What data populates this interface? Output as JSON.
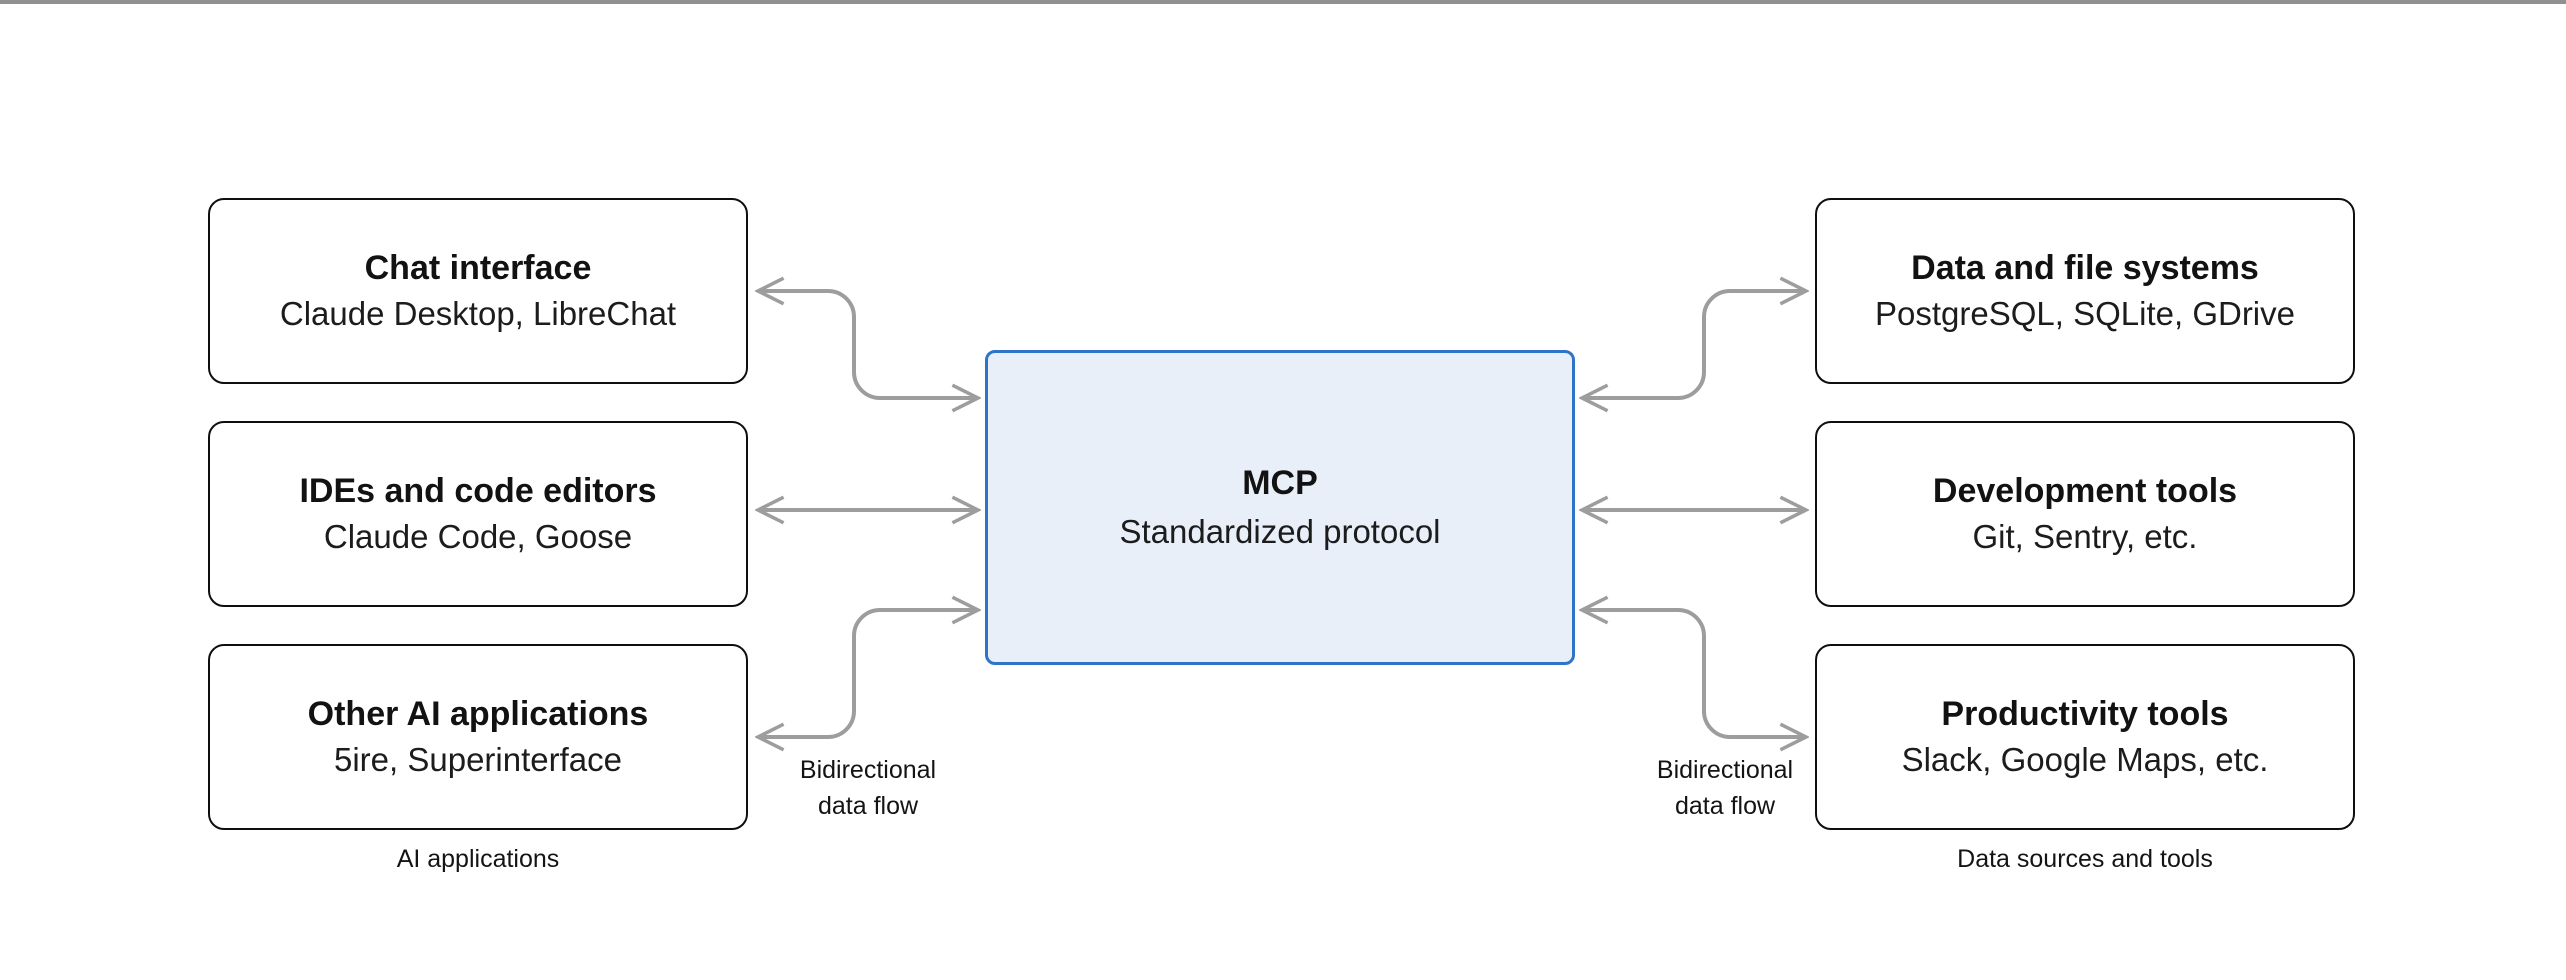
{
  "diagram": {
    "center_box": {
      "title": "MCP",
      "subtitle": "Standardized protocol"
    },
    "left_boxes": [
      {
        "title": "Chat interface",
        "subtitle": "Claude Desktop, LibreChat"
      },
      {
        "title": "IDEs and code editors",
        "subtitle": "Claude Code, Goose"
      },
      {
        "title": "Other AI applications",
        "subtitle": "5ire, Superinterface"
      }
    ],
    "right_boxes": [
      {
        "title": "Data and file systems",
        "subtitle": "PostgreSQL, SQLite, GDrive"
      },
      {
        "title": "Development tools",
        "subtitle": "Git, Sentry, etc."
      },
      {
        "title": "Productivity tools",
        "subtitle": "Slack, Google Maps, etc."
      }
    ],
    "flow_labels": {
      "left": {
        "line1": "Bidirectional",
        "line2": "data flow"
      },
      "right": {
        "line1": "Bidirectional",
        "line2": "data flow"
      }
    },
    "captions": {
      "left": "AI applications",
      "right": "Data sources and tools"
    },
    "colors": {
      "center_box_fill": "#e8eff9",
      "center_box_border": "#2e74c9",
      "node_border": "#0f0f0f",
      "arrow": "#9d9d9d",
      "top_divider": "#909090",
      "background": "#ffffff",
      "text": "#141414"
    }
  }
}
